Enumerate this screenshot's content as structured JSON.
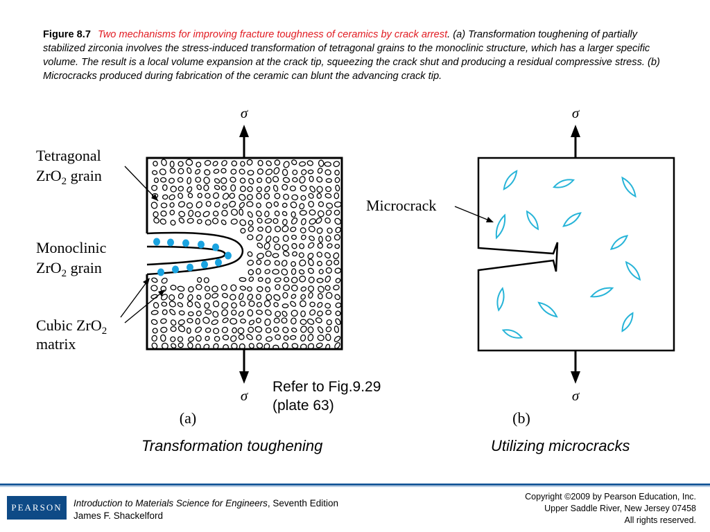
{
  "caption": {
    "figure_label": "Figure 8.7",
    "figure_title": "Two mechanisms for improving fracture toughness of ceramics by crack arrest",
    "text": ". (a) Transformation toughening of partially stabilized zirconia involves the stress-induced transformation of tetragonal grains to the monoclinic structure, which has a larger specific volume. The result is a local volume expansion at the crack tip, squeezing the crack shut and producing a residual compressive stress. (b) Microcracks produced during fabrication of the ceramic can blunt the advancing crack tip."
  },
  "panel_a": {
    "sigma_top": "σ",
    "sigma_bottom": "σ",
    "label_tetragonal_line1": "Tetragonal",
    "label_tetragonal_line2": "ZrO",
    "label_tetragonal_sub": "2",
    "label_tetragonal_tail": " grain",
    "label_monoclinic_line1": "Monoclinic",
    "label_monoclinic_line2": "ZrO",
    "label_monoclinic_sub": "2",
    "label_monoclinic_tail": " grain",
    "label_cubic_line1": "Cubic ZrO",
    "label_cubic_sub": "2",
    "label_cubic_line2": "matrix",
    "panel_label": "(a)"
  },
  "panel_b": {
    "sigma_top": "σ",
    "sigma_bottom": "σ",
    "label_microcrack": "Microcrack",
    "panel_label": "(b)"
  },
  "ref_note_line1": "Refer to Fig.9.29",
  "ref_note_line2": "(plate 63)",
  "subtitle_a": "Transformation toughening",
  "subtitle_b": "Utilizing microcracks",
  "footer": {
    "logo": "PEARSON",
    "book_title": "Introduction to Materials Science for Engineers",
    "book_edition": ", Seventh Edition",
    "author": "James F. Shackelford",
    "copyright_line1": "Copyright ©2009 by Pearson Education, Inc.",
    "copyright_line2": "Upper Saddle River, New Jersey 07458",
    "copyright_line3": "All rights reserved."
  },
  "colors": {
    "title_red": "#e11b22",
    "monoclinic_blue": "#1aa3e0",
    "microcrack_cyan": "#27b4d8",
    "footer_blue": "#0e4a86"
  }
}
